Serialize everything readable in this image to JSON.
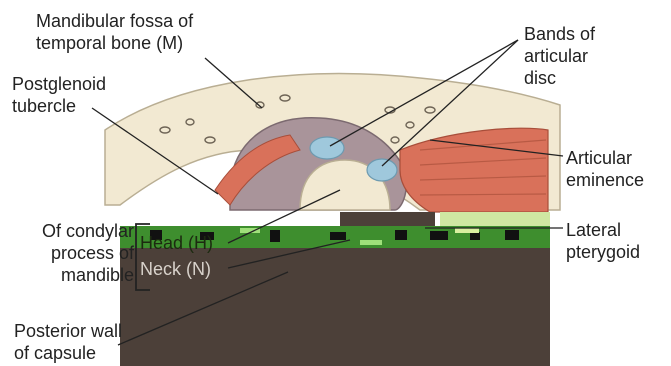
{
  "labels": {
    "mandibular_fossa": [
      "Mandibular fossa of",
      "temporal bone (M)"
    ],
    "postglenoid_tubercle": [
      "Postglenoid",
      "tubercle"
    ],
    "bands_of_articular_disc": [
      "Bands of",
      "articular",
      "disc"
    ],
    "articular_eminence": [
      "Articular",
      "eminence"
    ],
    "lateral_pterygoid": [
      "Lateral",
      "pterygoid"
    ],
    "of_condylar_process": [
      "Of condylar",
      "process of",
      "mandible"
    ],
    "head": "Head (H)",
    "neck": "Neck (N)",
    "posterior_wall_of_capsule": [
      "Posterior wall",
      "of capsule"
    ]
  },
  "colors": {
    "bone": "#F2E9D2",
    "bone_outline": "#B9AE93",
    "disc": "#9FC8DC",
    "muscle": "#D9715A",
    "capsule": "#A9949A",
    "glitch_dark": "#4C4039",
    "glitch_green": "#3E8E2E",
    "leader_line": "#222222"
  }
}
